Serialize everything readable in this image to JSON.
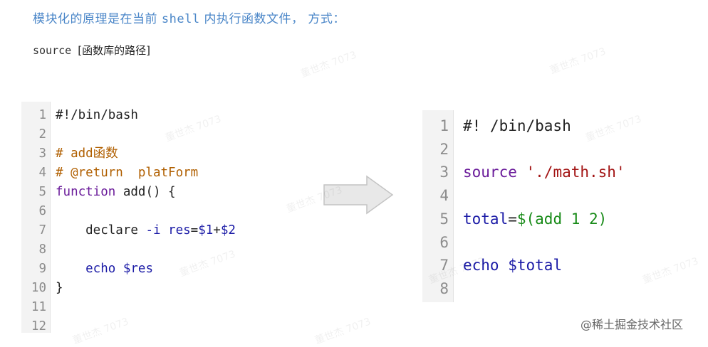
{
  "heading": {
    "before": "模块化的原理是在当前 ",
    "mono": "shell",
    "after": " 内执行函数文件， 方式："
  },
  "syntax": {
    "cmd": "source ",
    "arg": "[函数库的路径]"
  },
  "watermark_text": "董世杰 7073",
  "footer": "@稀土掘金技术社区",
  "left_code": [
    {
      "n": "1",
      "tokens": [
        {
          "c": "plain",
          "t": "#!/bin/bash"
        }
      ]
    },
    {
      "n": "2",
      "tokens": []
    },
    {
      "n": "3",
      "tokens": [
        {
          "c": "cmt",
          "t": "# add函数"
        }
      ]
    },
    {
      "n": "4",
      "tokens": [
        {
          "c": "cmt",
          "t": "# @return  platForm"
        }
      ]
    },
    {
      "n": "5",
      "tokens": [
        {
          "c": "kw",
          "t": "function"
        },
        {
          "c": "plain",
          "t": " add() {"
        }
      ]
    },
    {
      "n": "6",
      "tokens": []
    },
    {
      "n": "7",
      "tokens": [
        {
          "c": "plain",
          "t": "    declare "
        },
        {
          "c": "var",
          "t": "-i"
        },
        {
          "c": "plain",
          "t": " "
        },
        {
          "c": "var",
          "t": "res"
        },
        {
          "c": "plain",
          "t": "="
        },
        {
          "c": "var",
          "t": "$1"
        },
        {
          "c": "plain",
          "t": "+"
        },
        {
          "c": "var",
          "t": "$2"
        }
      ]
    },
    {
      "n": "8",
      "tokens": []
    },
    {
      "n": "9",
      "tokens": [
        {
          "c": "var",
          "t": "    echo"
        },
        {
          "c": "plain",
          "t": " "
        },
        {
          "c": "var",
          "t": "$res"
        }
      ]
    },
    {
      "n": "10",
      "tokens": [
        {
          "c": "plain",
          "t": "}"
        }
      ]
    },
    {
      "n": "11",
      "tokens": []
    },
    {
      "n": "12",
      "tokens": []
    }
  ],
  "right_code": [
    {
      "n": "1",
      "tokens": [
        {
          "c": "plain",
          "t": "#! /bin/bash"
        }
      ]
    },
    {
      "n": "2",
      "tokens": []
    },
    {
      "n": "3",
      "tokens": [
        {
          "c": "kw",
          "t": "source"
        },
        {
          "c": "plain",
          "t": " "
        },
        {
          "c": "str",
          "t": "'./math.sh'"
        }
      ]
    },
    {
      "n": "4",
      "tokens": []
    },
    {
      "n": "5",
      "tokens": [
        {
          "c": "var",
          "t": "total"
        },
        {
          "c": "plain",
          "t": "="
        },
        {
          "c": "num",
          "t": "$(add 1 2)"
        }
      ]
    },
    {
      "n": "6",
      "tokens": []
    },
    {
      "n": "7",
      "tokens": [
        {
          "c": "var",
          "t": "echo"
        },
        {
          "c": "plain",
          "t": " "
        },
        {
          "c": "var",
          "t": "$total"
        }
      ]
    },
    {
      "n": "8",
      "tokens": []
    }
  ],
  "colors": {
    "heading": "#4a86c8",
    "comment": "#b05f00",
    "keyword": "#6a1b9a",
    "variable": "#1a1aa6",
    "string": "#a31515",
    "number": "#178a17",
    "arrow_fill": "#e8e8e8",
    "arrow_stroke": "#c4c4c4"
  }
}
